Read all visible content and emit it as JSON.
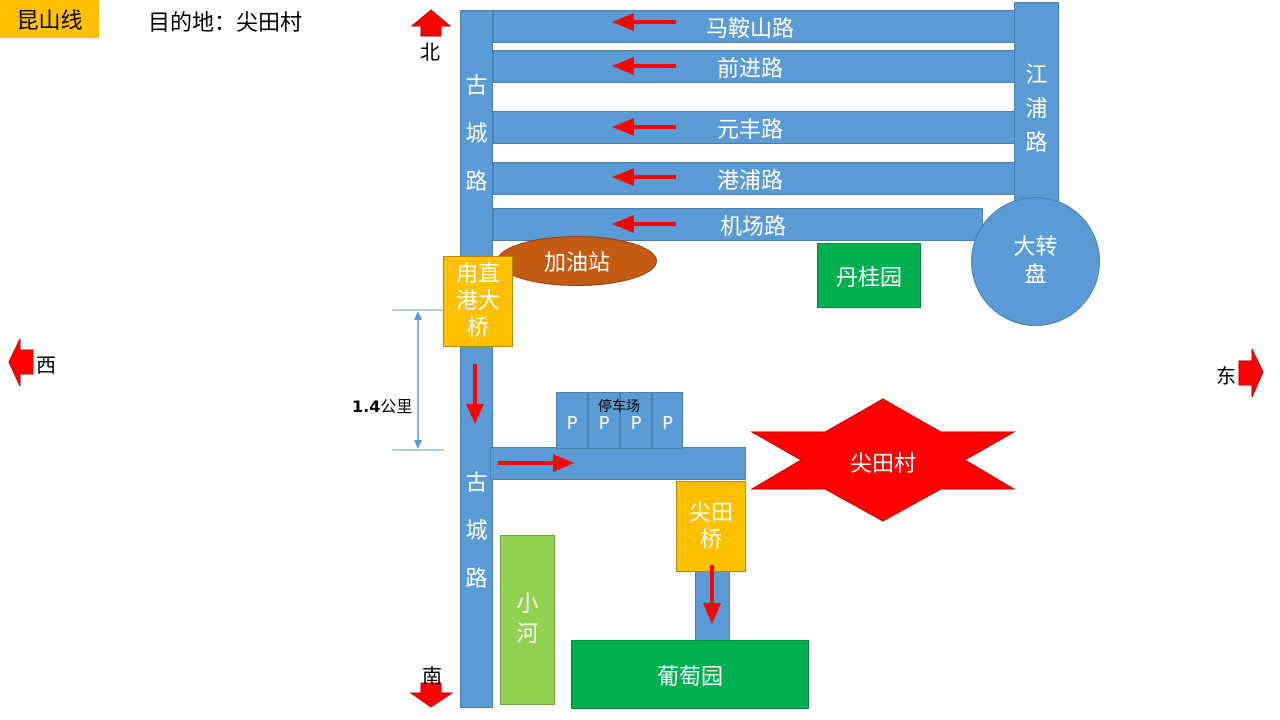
{
  "header": {
    "line_label": "昆山线",
    "destination": "目的地：尖田村"
  },
  "directions": {
    "north": "北",
    "south": "南",
    "west": "西",
    "east": "东"
  },
  "roads": {
    "masanshan": "马鞍山路",
    "qianjin": "前进路",
    "yuanfeng": "元丰路",
    "gangpu": "港浦路",
    "jichang": "机场路",
    "jiangpu": [
      "江",
      "浦",
      "路"
    ],
    "gucheng_north": [
      "古",
      "城",
      "路"
    ],
    "gucheng_south": [
      "古",
      "城",
      "路"
    ]
  },
  "places": {
    "gas_station": "加油站",
    "roundabout": [
      "大转",
      "盘"
    ],
    "dangui_garden": "丹桂园",
    "yongzhi_bridge": [
      "甪直",
      "港大",
      "桥"
    ],
    "jiantian_bridge": [
      "尖田",
      "桥"
    ],
    "river": [
      "小",
      "河"
    ],
    "grape_garden": "葡萄园",
    "village": "尖田村"
  },
  "parking": {
    "label": "停车场",
    "slot": "P"
  },
  "distance": {
    "value": "1.4",
    "unit": "公里"
  },
  "colors": {
    "road": "#5b9bd5",
    "bridge": "#ffc000",
    "garden": "#00b050",
    "river": "#92d050",
    "gas": "#c55a11",
    "arrow": "#ff0000"
  }
}
